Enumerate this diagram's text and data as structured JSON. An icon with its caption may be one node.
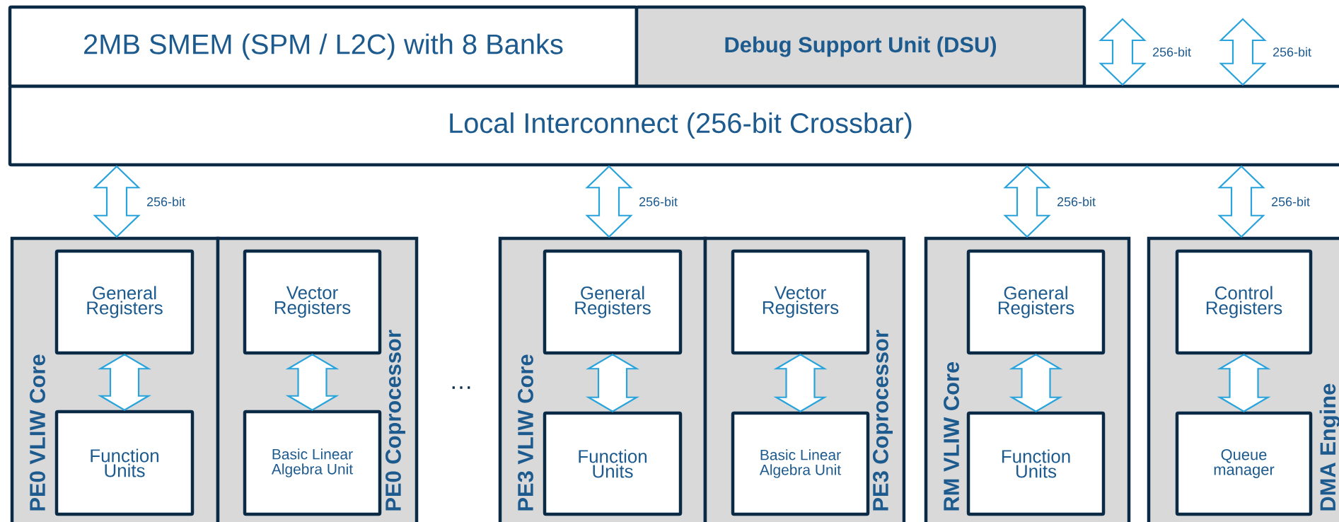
{
  "diagram": {
    "nodes": [
      {
        "text": [
          "2MB SMEM (SPM / L2C) with 8 Banks"
        ]
      },
      {
        "text": [
          "Debug Support Unit (DSU)"
        ]
      },
      {
        "text": [
          "Local Interconnect (256-bit Crossbar)"
        ]
      },
      {
        "text": [
          "PE0 VLIW Core"
        ]
      },
      {
        "text": [
          "General Registers"
        ],
        "in": 3
      },
      {
        "text": [
          "Function Units"
        ],
        "in": 3
      },
      {
        "text": [
          "PE0 Coprocessor"
        ]
      },
      {
        "text": [
          "Vector Registers"
        ],
        "in": 6
      },
      {
        "text": [
          "Basic Linear Algebra Unit"
        ],
        "in": 6
      },
      {
        "text": [
          "PE3 VLIW Core"
        ]
      },
      {
        "text": [
          "General Registers"
        ],
        "in": 9
      },
      {
        "text": [
          "Function Units"
        ],
        "in": 9
      },
      {
        "text": [
          "PE3 Coprocessor"
        ]
      },
      {
        "text": [
          "Vector Registers"
        ],
        "in": 12
      },
      {
        "text": [
          "Basic Linear Algebra Unit"
        ],
        "in": 12
      },
      {
        "text": [
          "RM VLIW Core"
        ]
      },
      {
        "text": [
          "General Registers"
        ],
        "in": 15
      },
      {
        "text": [
          "Function Units"
        ],
        "in": 15
      },
      {
        "text": [
          "DMA Engine"
        ]
      },
      {
        "text": [
          "Control Registers"
        ],
        "in": 18
      },
      {
        "text": [
          "Queue manager"
        ],
        "in": 18
      }
    ],
    "edges": [
      {
        "from": null,
        "to": 2,
        "arrow": "both",
        "label": "256-bit"
      },
      {
        "from": null,
        "to": 2,
        "arrow": "both",
        "label": "256-bit"
      },
      {
        "from": 2,
        "to": 3,
        "arrow": "both",
        "label": "256-bit"
      },
      {
        "from": 2,
        "to": 9,
        "arrow": "both",
        "label": "256-bit"
      },
      {
        "from": 2,
        "to": 15,
        "arrow": "both",
        "label": "256-bit"
      },
      {
        "from": 2,
        "to": 18,
        "arrow": "both",
        "label": "256-bit"
      },
      {
        "from": 4,
        "to": 5,
        "arrow": "both"
      },
      {
        "from": 7,
        "to": 8,
        "arrow": "both"
      },
      {
        "from": 10,
        "to": 11,
        "arrow": "both"
      },
      {
        "from": 13,
        "to": 14,
        "arrow": "both"
      },
      {
        "from": 16,
        "to": 17,
        "arrow": "both"
      },
      {
        "from": 19,
        "to": 20,
        "arrow": "both"
      }
    ],
    "labels": [
      "…"
    ]
  }
}
